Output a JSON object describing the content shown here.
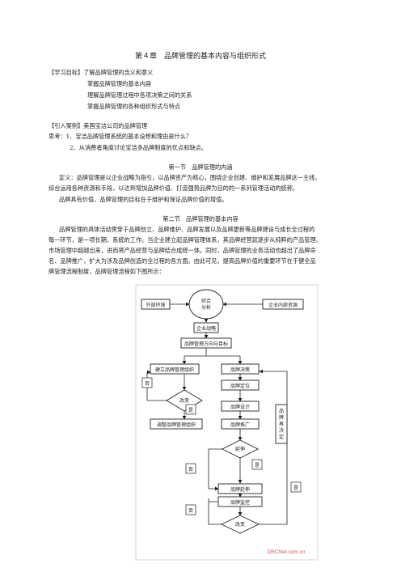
{
  "doc": {
    "title": "第４章　品牌管理的基本内容与组织形式",
    "objectives": {
      "head": "【学习目标】了解品牌管理的含义和意义",
      "items": [
        "掌握品牌管理的基本内容",
        "理解品牌管理过程中各项决策之间的关系",
        "掌握品牌管理的各种组织形式与特点"
      ]
    },
    "case": {
      "head": "【引入案例】美国宝洁公司的品牌管理",
      "q1": "思考：1、宝洁品牌管理系统的基本设想和理由是什么？",
      "q2": "2、从消费者角度讨论宝洁多品牌制度的优点和缺点。"
    },
    "s1": {
      "title": "第一节　品牌管理的内涵",
      "p1a": "定义：品牌管理是以企业战略为指引，以品牌资产为核心，围绕企业创建、维护和发展品牌这一主线，",
      "p1b": "综合运用各种资源和手段，以达到增加品牌价值、打造强势品牌为目的的一系列管理活动的统称。",
      "p2": "品牌具有价值，品牌管理的目标在于维护和保证品牌价值的增值。"
    },
    "s2": {
      "title": "第二节　品牌管理的基本内容",
      "l1": "品牌管理的具体活动贯穿于品牌创立、品牌维护、品牌发展以及品牌更新等品牌建设与成长全过程的",
      "l2": "每一环节，是一项长期、系统的工作。当企业建立起品牌管理体系，其品牌经营就逐步从纯粹的产品管理、",
      "l3": "市场管理中超越出来，进而将产品经营与品牌结合成统一体。同时，品牌管理的业务活动也超出了品牌命",
      "l4": "名、品牌推广，扩大为涉及品牌创造的全过程的各方面。由此可见，提高品牌价值的重要环节在于健全品",
      "l5": "牌管理流程制度，品牌管理流程如下图所示："
    }
  },
  "flow": {
    "center": "综合分析",
    "left_input": "外部环境",
    "right_input": "企业内部资源",
    "strategy": "企业战略",
    "direction": "品牌管理方向与目标",
    "org": "建立品牌管理组织",
    "org_diamond": "改变",
    "org_adjust": "调整品牌管理组织",
    "decision": "品牌决策",
    "position": "品牌定位",
    "design": "品牌设计",
    "promote": "品牌推广",
    "extend_diamond": "延伸",
    "extend": "品牌延伸",
    "monitor": "品牌监控",
    "change_diamond": "改变",
    "redecide": "品牌再决定",
    "yes": "是",
    "no": "否",
    "watermark": "DRCNet.com.cn"
  }
}
